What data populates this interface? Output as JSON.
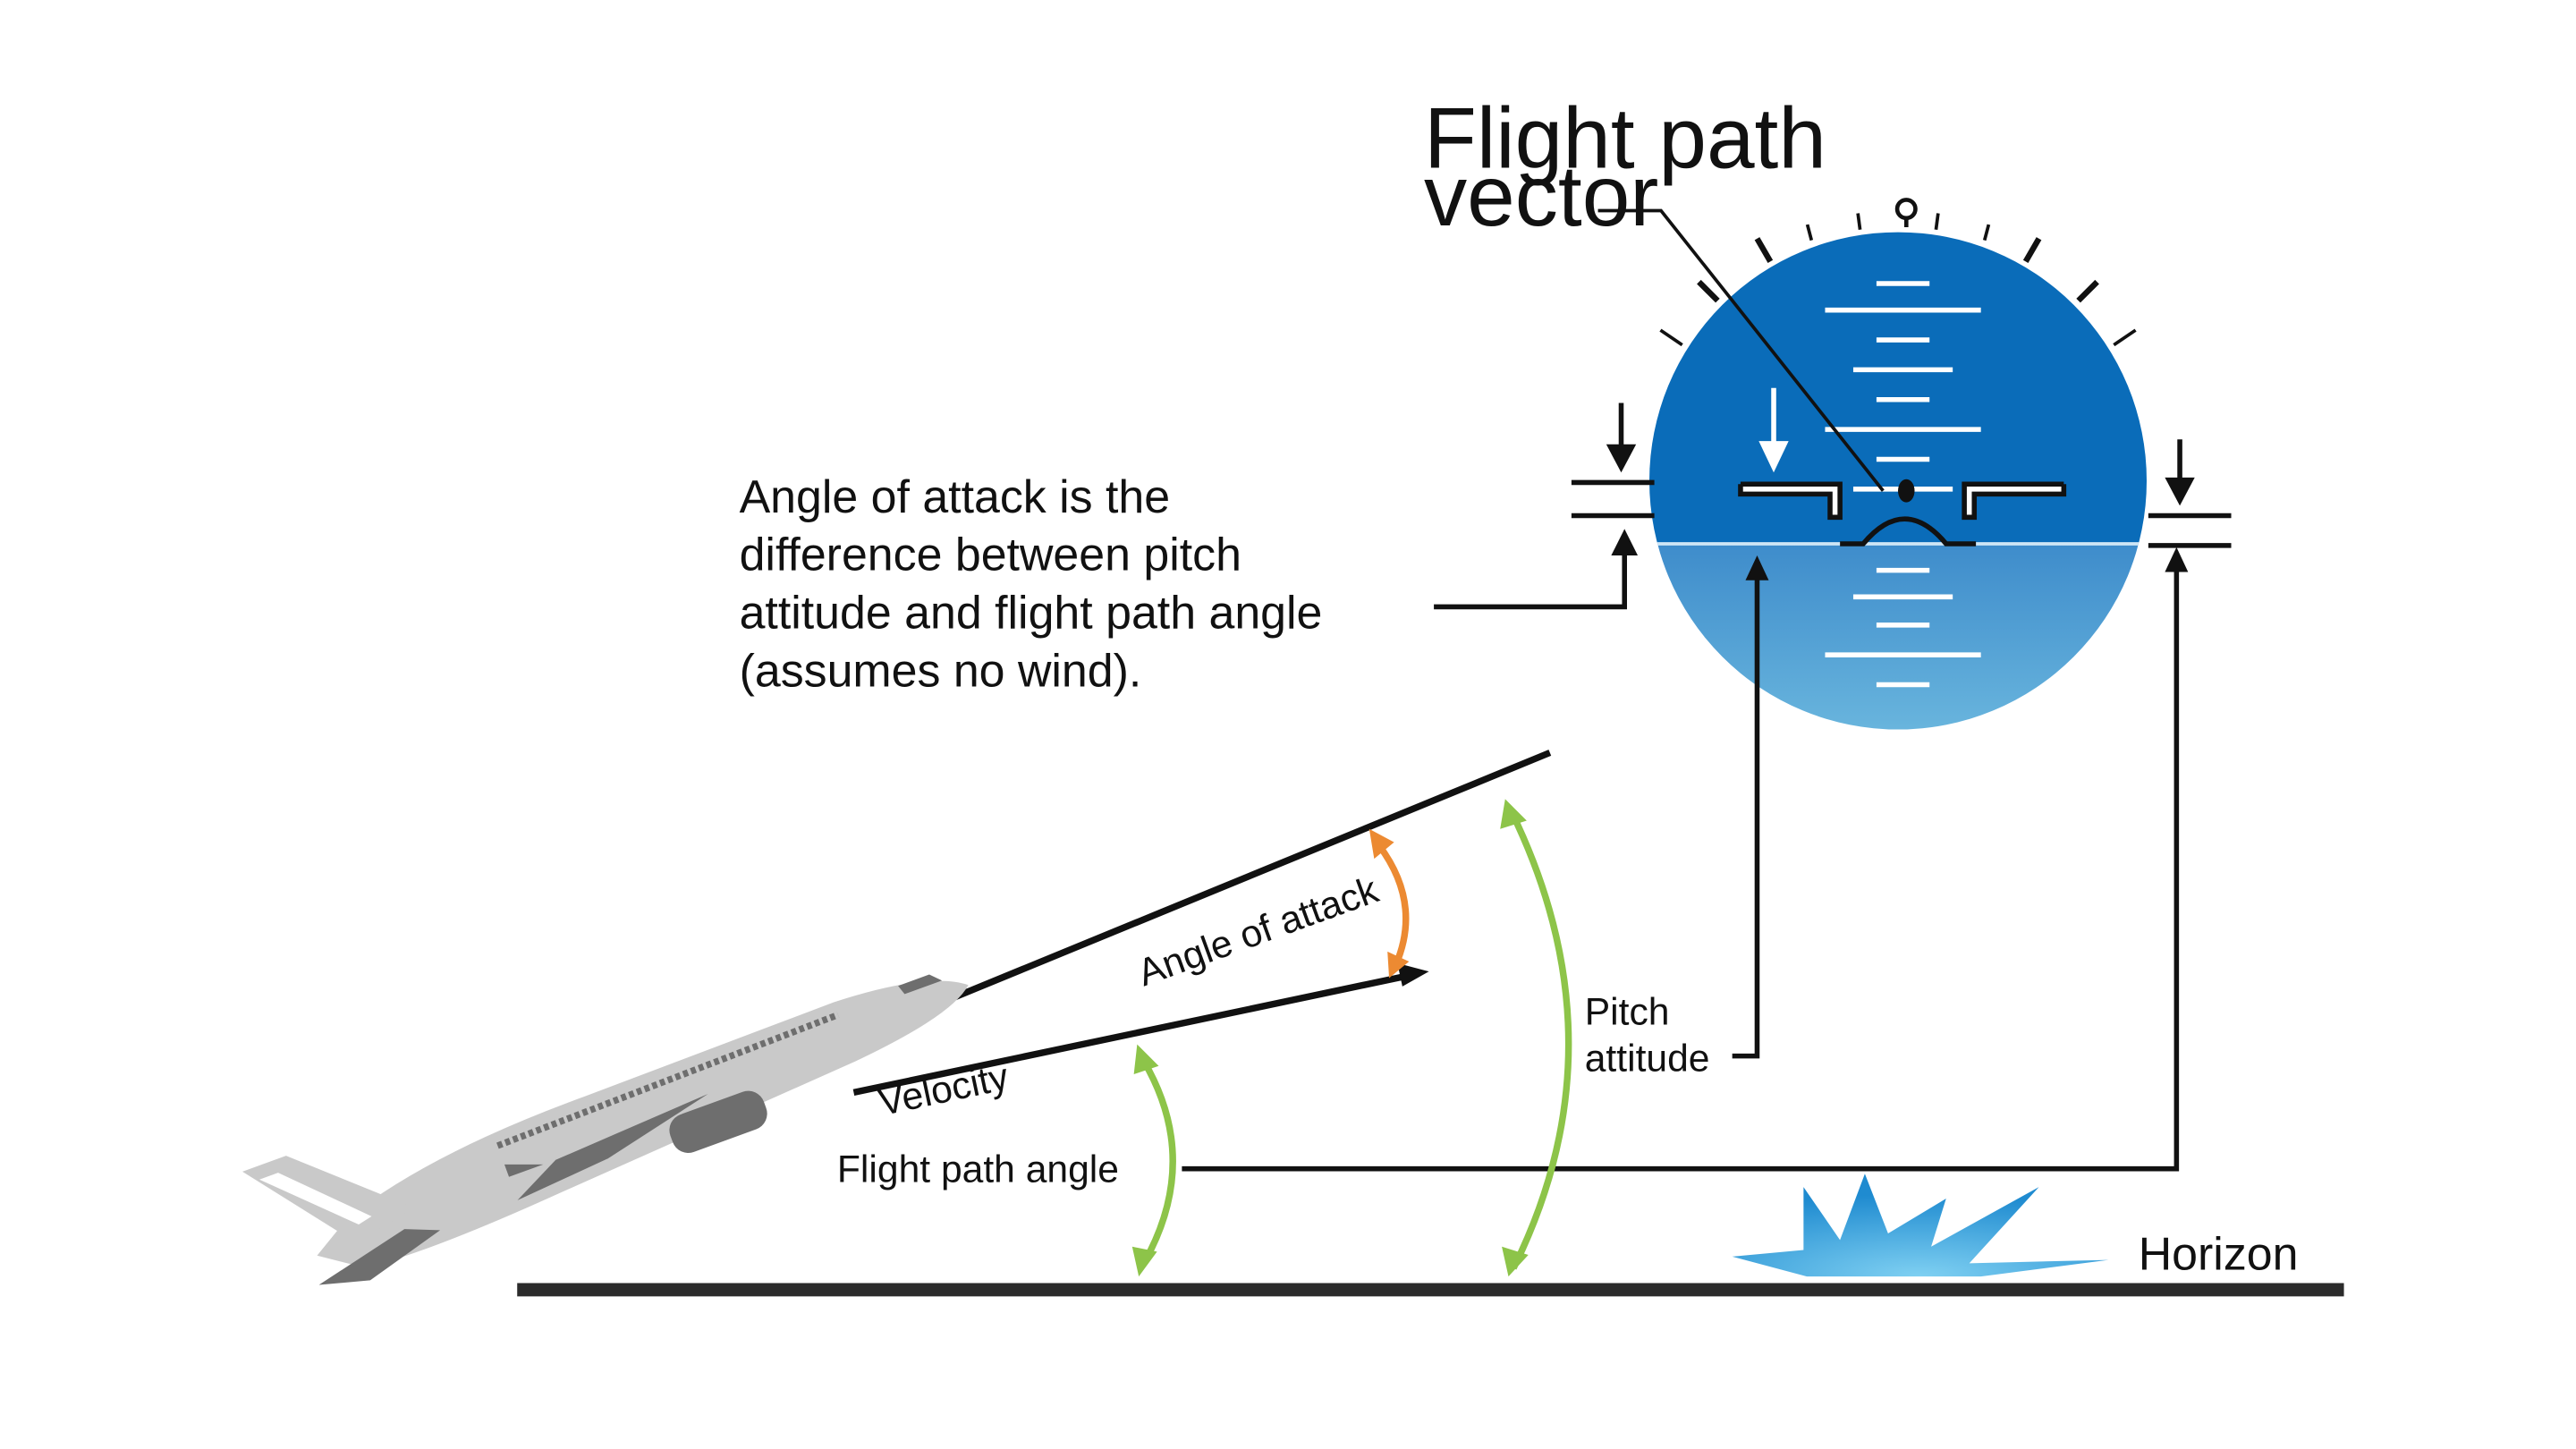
{
  "labels": {
    "flight_path_vector_line1": "Flight path",
    "flight_path_vector_line2": "vector",
    "aoa_note_line1": "Angle of attack is the",
    "aoa_note_line2": "difference between pitch",
    "aoa_note_line3": "attitude and flight path angle",
    "aoa_note_line4": "(assumes no wind).",
    "angle_of_attack": "Angle of attack",
    "velocity": "Velocity",
    "pitch_line1": "Pitch",
    "pitch_line2": "attitude",
    "flight_path_angle": "Flight path angle",
    "horizon": "Horizon"
  },
  "colors": {
    "sky": "#0a6cb9",
    "ground_top": "#3e8ccb",
    "ground_bottom": "#6fbbe0",
    "horizon_line": "#cfe6f6",
    "angle_of_attack_arc": "#ec8a32",
    "pitch_arc": "#8dc449",
    "aircraft_body": "#c9c9c9",
    "aircraft_dark": "#6e6e6e",
    "sun_burst": "#1f8bd0",
    "ground_line": "#2b2b2b"
  },
  "icons": {
    "attitude_indicator": "attitude-indicator-icon",
    "aircraft": "airliner-icon",
    "sun": "sunburst-icon"
  }
}
